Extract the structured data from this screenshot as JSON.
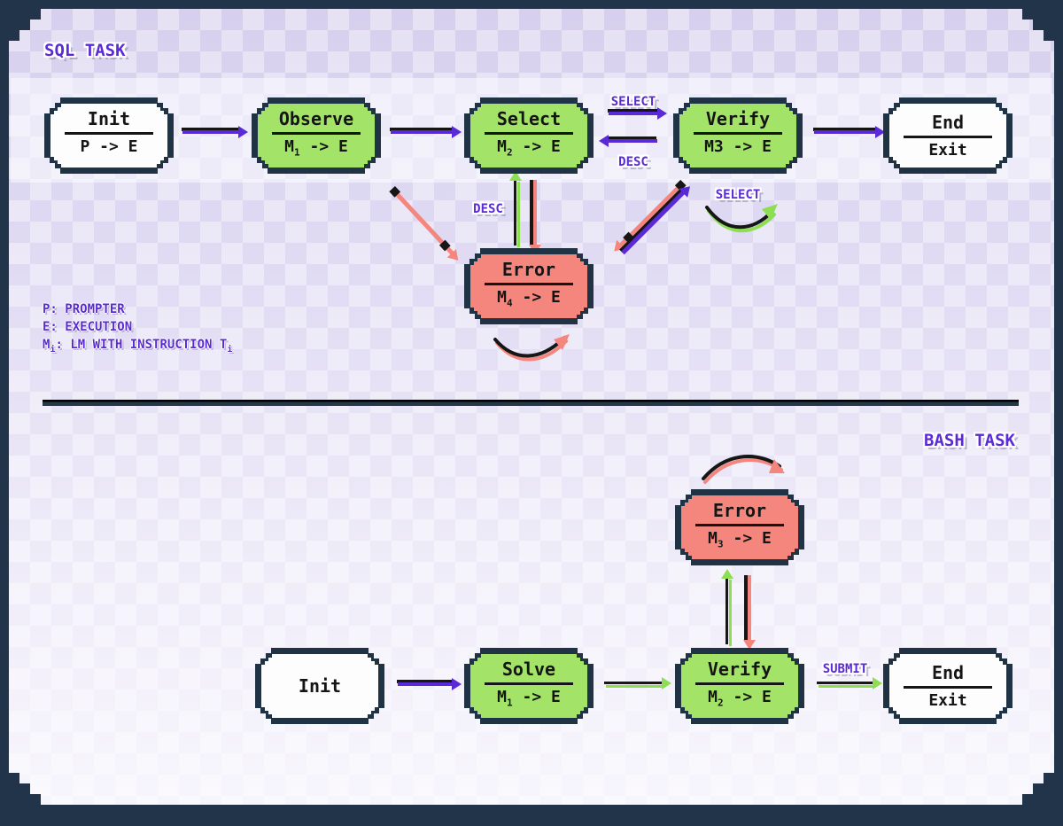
{
  "colors": {
    "frame_navy": "#22344a",
    "background_lavender": "#e2ddf4",
    "purple": "#5a2ad6",
    "green": "#a3e468",
    "salmon": "#f5867d",
    "white_fill": "#fdfdfd",
    "text_black": "#151515"
  },
  "sql": {
    "section_title": "SQL TASK",
    "nodes": {
      "init": {
        "title": "Init",
        "f_main": "P",
        "f_sub": "",
        "f_rest": " -> E"
      },
      "observe": {
        "title": "Observe",
        "f_main": "M",
        "f_sub": "1",
        "f_rest": " -> E"
      },
      "select": {
        "title": "Select",
        "f_main": "M",
        "f_sub": "2",
        "f_rest": " -> E"
      },
      "verify": {
        "title": "Verify",
        "f_main": "M3",
        "f_sub": "",
        "f_rest": " -> E"
      },
      "end": {
        "title": "End",
        "f_main": "Exit",
        "f_sub": "",
        "f_rest": ""
      },
      "error": {
        "title": "Error",
        "f_main": "M",
        "f_sub": "4",
        "f_rest": " -> E"
      }
    },
    "labels": {
      "select_top": "SELECT",
      "desc_back": "DESC",
      "desc_up": "DESC",
      "select_loop": "SELECT"
    },
    "legend": {
      "line1": "P: PROMPTER",
      "line2": "E: EXECUTION",
      "line3_m": "M",
      "line3_sub1": "i",
      "line3_mid": ": LM WITH INSTRUCTION T",
      "line3_sub2": "i"
    }
  },
  "bash": {
    "section_title": "BASH TASK",
    "nodes": {
      "init": {
        "title": "Init"
      },
      "solve": {
        "title": "Solve",
        "f_main": "M",
        "f_sub": "1",
        "f_rest": " -> E"
      },
      "verify": {
        "title": "Verify",
        "f_main": "M",
        "f_sub": "2",
        "f_rest": " -> E"
      },
      "end": {
        "title": "End",
        "f_main": "Exit",
        "f_sub": "",
        "f_rest": ""
      },
      "error": {
        "title": "Error",
        "f_main": "M",
        "f_sub": "3",
        "f_rest": " -> E"
      }
    },
    "labels": {
      "submit": "SUBMIT"
    }
  }
}
